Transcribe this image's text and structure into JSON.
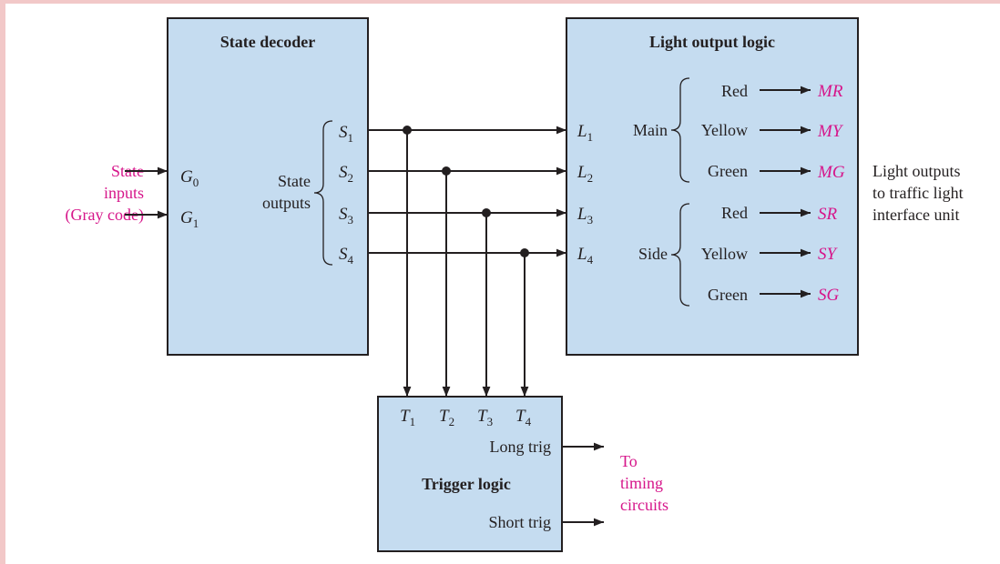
{
  "colors": {
    "page_border": "#f2c8c8",
    "block_fill": "#c5dcf0",
    "line": "#231f20",
    "signal_label": "#d6158a"
  },
  "state_decoder": {
    "title": "State decoder",
    "inputs": [
      {
        "name": "G",
        "sub": "0"
      },
      {
        "name": "G",
        "sub": "1"
      }
    ],
    "outputs_label": [
      "State",
      "outputs"
    ],
    "outputs": [
      {
        "name": "S",
        "sub": "1"
      },
      {
        "name": "S",
        "sub": "2"
      },
      {
        "name": "S",
        "sub": "3"
      },
      {
        "name": "S",
        "sub": "4"
      }
    ]
  },
  "state_inputs_label": [
    "State",
    "inputs",
    "(Gray code)"
  ],
  "light_output_logic": {
    "title": "Light output logic",
    "inputs": [
      {
        "name": "L",
        "sub": "1"
      },
      {
        "name": "L",
        "sub": "2"
      },
      {
        "name": "L",
        "sub": "3"
      },
      {
        "name": "L",
        "sub": "4"
      }
    ],
    "groups": [
      {
        "label": "Main",
        "lights": [
          "Red",
          "Yellow",
          "Green"
        ],
        "outputs": [
          "MR",
          "MY",
          "MG"
        ]
      },
      {
        "label": "Side",
        "lights": [
          "Red",
          "Yellow",
          "Green"
        ],
        "outputs": [
          "SR",
          "SY",
          "SG"
        ]
      }
    ]
  },
  "light_outputs_note": [
    "Light outputs",
    "to traffic light",
    "interface unit"
  ],
  "trigger_logic": {
    "title": "Trigger logic",
    "inputs": [
      {
        "name": "T",
        "sub": "1"
      },
      {
        "name": "T",
        "sub": "2"
      },
      {
        "name": "T",
        "sub": "3"
      },
      {
        "name": "T",
        "sub": "4"
      }
    ],
    "outputs": [
      "Long trig",
      "Short trig"
    ]
  },
  "timing_note": [
    "To",
    "timing",
    "circuits"
  ]
}
